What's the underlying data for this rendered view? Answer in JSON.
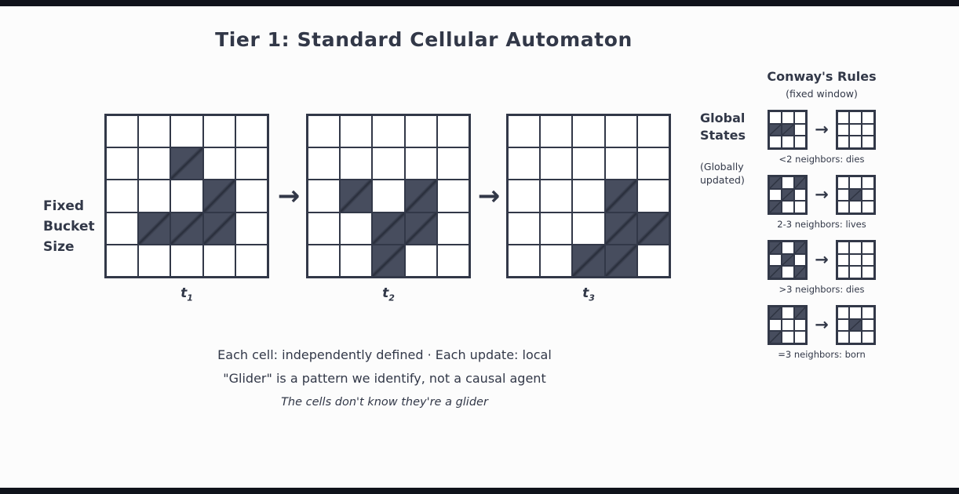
{
  "title": "Tier 1: Standard Cellular Automaton",
  "arrow": "→",
  "colors": {
    "ink": "#323848",
    "cell_fill": "#474d5e",
    "background": "#fcfcfc",
    "bar": "#10131b"
  },
  "left_label": {
    "lines": [
      "Fixed",
      "Bucket",
      "Size"
    ]
  },
  "global_states": {
    "lines": [
      "Global",
      "States"
    ],
    "sub_lines": [
      "(Globally",
      "updated)"
    ]
  },
  "timesteps": [
    {
      "label": "t",
      "sub": "1",
      "grid": [
        [
          0,
          0,
          0,
          0,
          0
        ],
        [
          0,
          0,
          1,
          0,
          0
        ],
        [
          0,
          0,
          0,
          1,
          0
        ],
        [
          0,
          1,
          1,
          1,
          0
        ],
        [
          0,
          0,
          0,
          0,
          0
        ]
      ]
    },
    {
      "label": "t",
      "sub": "2",
      "grid": [
        [
          0,
          0,
          0,
          0,
          0
        ],
        [
          0,
          0,
          0,
          0,
          0
        ],
        [
          0,
          1,
          0,
          1,
          0
        ],
        [
          0,
          0,
          1,
          1,
          0
        ],
        [
          0,
          0,
          1,
          0,
          0
        ]
      ]
    },
    {
      "label": "t",
      "sub": "3",
      "grid": [
        [
          0,
          0,
          0,
          0,
          0
        ],
        [
          0,
          0,
          0,
          0,
          0
        ],
        [
          0,
          0,
          0,
          1,
          0
        ],
        [
          0,
          0,
          0,
          1,
          1
        ],
        [
          0,
          0,
          1,
          1,
          0
        ]
      ]
    }
  ],
  "rules_panel": {
    "title": "Conway's Rules",
    "subtitle": "(fixed window)",
    "rules": [
      {
        "caption": "<2 neighbors: dies",
        "before": [
          [
            0,
            0,
            0
          ],
          [
            1,
            1,
            0
          ],
          [
            0,
            0,
            0
          ]
        ],
        "after": [
          [
            0,
            0,
            0
          ],
          [
            0,
            0,
            0
          ],
          [
            0,
            0,
            0
          ]
        ]
      },
      {
        "caption": "2-3 neighbors: lives",
        "before": [
          [
            1,
            0,
            1
          ],
          [
            0,
            1,
            0
          ],
          [
            1,
            0,
            0
          ]
        ],
        "after": [
          [
            0,
            0,
            0
          ],
          [
            0,
            1,
            0
          ],
          [
            0,
            0,
            0
          ]
        ]
      },
      {
        "caption": ">3 neighbors: dies",
        "before": [
          [
            1,
            0,
            1
          ],
          [
            0,
            1,
            0
          ],
          [
            1,
            0,
            1
          ]
        ],
        "after": [
          [
            0,
            0,
            0
          ],
          [
            0,
            0,
            0
          ],
          [
            0,
            0,
            0
          ]
        ]
      },
      {
        "caption": "=3 neighbors: born",
        "before": [
          [
            1,
            0,
            1
          ],
          [
            0,
            0,
            0
          ],
          [
            1,
            0,
            0
          ]
        ],
        "after": [
          [
            0,
            0,
            0
          ],
          [
            0,
            1,
            0
          ],
          [
            0,
            0,
            0
          ]
        ]
      }
    ]
  },
  "footer": {
    "line1": "Each cell: independently defined · Each update: local",
    "line2": "\"Glider\" is a pattern we identify, not a causal agent",
    "line3": "The cells don't know they're a glider"
  }
}
